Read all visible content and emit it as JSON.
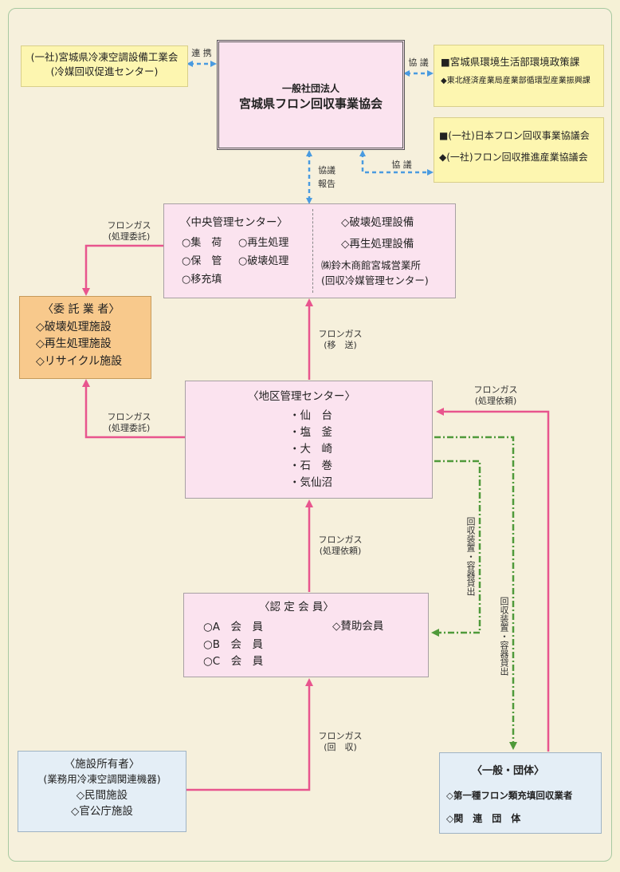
{
  "colors": {
    "background": "#f6f0dc",
    "yellow_box": "#fdf6b0",
    "pink_box": "#fbe3ef",
    "orange_box": "#f8c98c",
    "blue_box": "#e4eef6",
    "pink_arrow": "#e8558e",
    "blue_arrow": "#4a9be0",
    "green_arrow": "#4f9a3a"
  },
  "nodes": {
    "kyoukai": {
      "line1": "一般社団法人",
      "line2": "宮城県フロン回収事業協会"
    },
    "reitou": {
      "line1": "(一社)宮城県冷凍空調設備工業会",
      "line2": "(冷媒回収促進センター)"
    },
    "kankyo": {
      "line1": "■宮城県環境生活部環境政策課",
      "line2": "◆東北経済産業局産業部循環型産業振興課"
    },
    "nihon": {
      "line1": "■(一社)日本フロン回収事業協議会",
      "line2": "◆(一社)フロン回収推進産業協議会"
    },
    "chuo": {
      "title": "〈中央管理センター〉",
      "items": [
        "○集　荷",
        "○再生処理",
        "○保　管",
        "○破壊処理",
        "○移充填"
      ],
      "right_items": [
        "◇破壊処理設備",
        "◇再生処理設備",
        "㈱鈴木商館宮城営業所",
        "(回収冷媒管理センター)"
      ]
    },
    "itaku": {
      "title": "〈委 託 業 者〉",
      "items": [
        "◇破壊処理施設",
        "◇再生処理施設",
        "◇リサイクル施設"
      ]
    },
    "chiku": {
      "title": "〈地区管理センター〉",
      "items": [
        "・仙　台",
        "・塩　釜",
        "・大　崎",
        "・石　巻",
        "・気仙沼"
      ]
    },
    "nintei": {
      "title": "〈認 定 会 員〉",
      "items": [
        "○A　会　員",
        "○B　会　員",
        "○C　会　員"
      ],
      "extra": "◇賛助会員"
    },
    "shisetsu": {
      "title": "〈施設所有者〉",
      "subtitle": "(業務用冷凍空調関連機器)",
      "items": [
        "◇民間施設",
        "◇官公庁施設"
      ]
    },
    "ippan": {
      "title": "〈一般・団体〉",
      "items": [
        "◇第一種フロン類充填回収業者",
        "◇関　連　団　体"
      ]
    }
  },
  "edge_labels": {
    "renkei": "連 携",
    "kyougi_top": "協 議",
    "kyougi_mid": "協 議",
    "kyougi_houkoku_1": "協議",
    "kyougi_houkoku_2": "報告",
    "chuo_itaku_1": "フロンガス",
    "chuo_itaku_2": "(処理委託)",
    "chiku_itaku_1": "フロンガス",
    "chiku_itaku_2": "(処理委託)",
    "isou_1": "フロンガス",
    "isou_2": "(移　送)",
    "shori_irai_right_1": "フロンガス",
    "shori_irai_right_2": "(処理依頼)",
    "shori_irai_mid_1": "フロンガス",
    "shori_irai_mid_2": "(処理依頼)",
    "kaishu_1": "フロンガス",
    "kaishu_2": "(回　収)",
    "kaishu_souchi_1": "回収装置・容器貸出",
    "kaishu_souchi_2": "回収装置・容器貸出"
  }
}
